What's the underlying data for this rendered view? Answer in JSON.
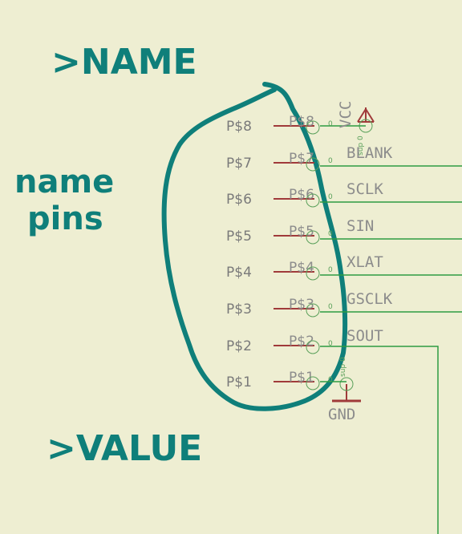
{
  "annotations": {
    "name_tag": ">NAME",
    "name_pins": [
      "name",
      "pins"
    ],
    "value_tag": ">VALUE"
  },
  "pins": [
    {
      "name": "P$8",
      "pad": "P$8"
    },
    {
      "name": "P$7",
      "pad": "P$7",
      "net": "BLANK"
    },
    {
      "name": "P$6",
      "pad": "P$6",
      "net": "SCLK"
    },
    {
      "name": "P$5",
      "pad": "P$5",
      "net": "SIN"
    },
    {
      "name": "P$4",
      "pad": "P$4",
      "net": "XLAT"
    },
    {
      "name": "P$3",
      "pad": "P$3",
      "net": "GSCLK"
    },
    {
      "name": "P$2",
      "pad": "P$2",
      "net": "SOUT"
    },
    {
      "name": "P$1",
      "pad": "P$1"
    }
  ],
  "supply": {
    "vcc": "VCC",
    "gnd": "GND",
    "small_zero": "0",
    "sup_tag": "sup 0"
  },
  "colors": {
    "background": "#eeeed2",
    "pin_line": "#a03a3a",
    "net_line": "#2e9b43",
    "ink": "#0f7f7a",
    "supply": "#a03a3a"
  }
}
